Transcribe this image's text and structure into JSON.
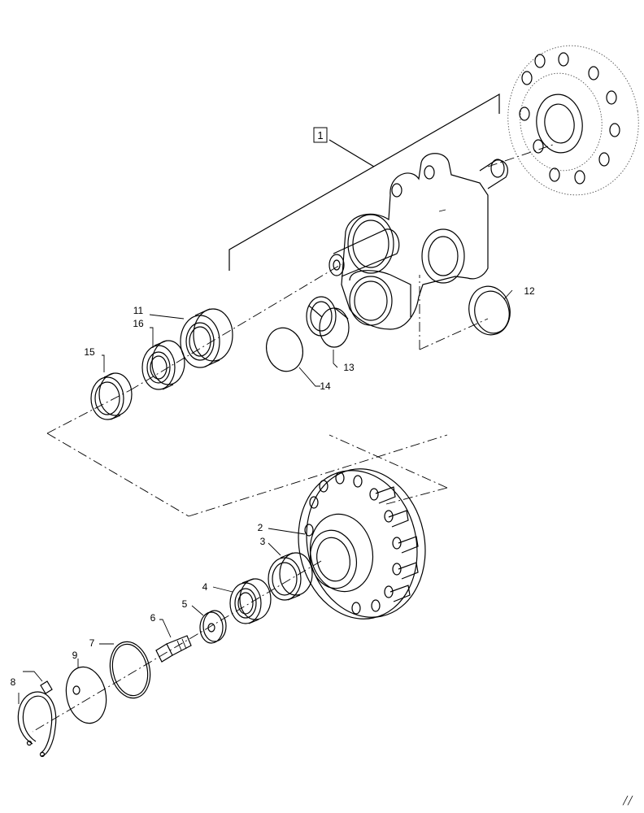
{
  "callouts": {
    "c1": "1",
    "c2": "2",
    "c3": "3",
    "c4": "4",
    "c5": "5",
    "c6": "6",
    "c7": "7",
    "c8": "8",
    "c9": "9",
    "c11": "11",
    "c12": "12",
    "c13": "13",
    "c14": "14",
    "c15": "15",
    "c16": "16"
  },
  "corner_mark": "╱╱"
}
